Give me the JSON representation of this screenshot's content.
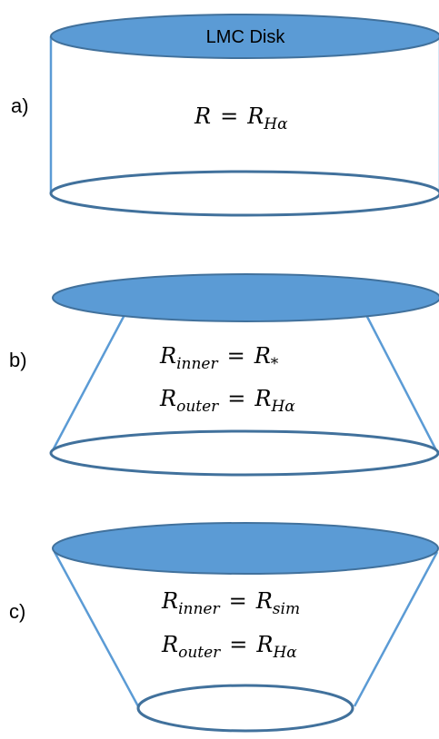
{
  "colors": {
    "fill": "#5b9bd5",
    "stroke": "#41719c",
    "line": "#5b9bd5"
  },
  "panels": [
    {
      "label": "a)",
      "top_label": "LMC Disk",
      "equations": [
        {
          "lhs": "R",
          "lhs_sub": "",
          "rhs": "R",
          "rhs_sub": "Hα"
        }
      ]
    },
    {
      "label": "b)",
      "top_label": "",
      "equations": [
        {
          "lhs": "R",
          "lhs_sub": "inner",
          "rhs": "R",
          "rhs_sub": "*"
        },
        {
          "lhs": "R",
          "lhs_sub": "outer",
          "rhs": "R",
          "rhs_sub": "Hα"
        }
      ]
    },
    {
      "label": "c)",
      "top_label": "",
      "equations": [
        {
          "lhs": "R",
          "lhs_sub": "inner",
          "rhs": "R",
          "rhs_sub": "sim"
        },
        {
          "lhs": "R",
          "lhs_sub": "outer",
          "rhs": "R",
          "rhs_sub": "Hα"
        }
      ]
    }
  ],
  "equals_sign": "="
}
